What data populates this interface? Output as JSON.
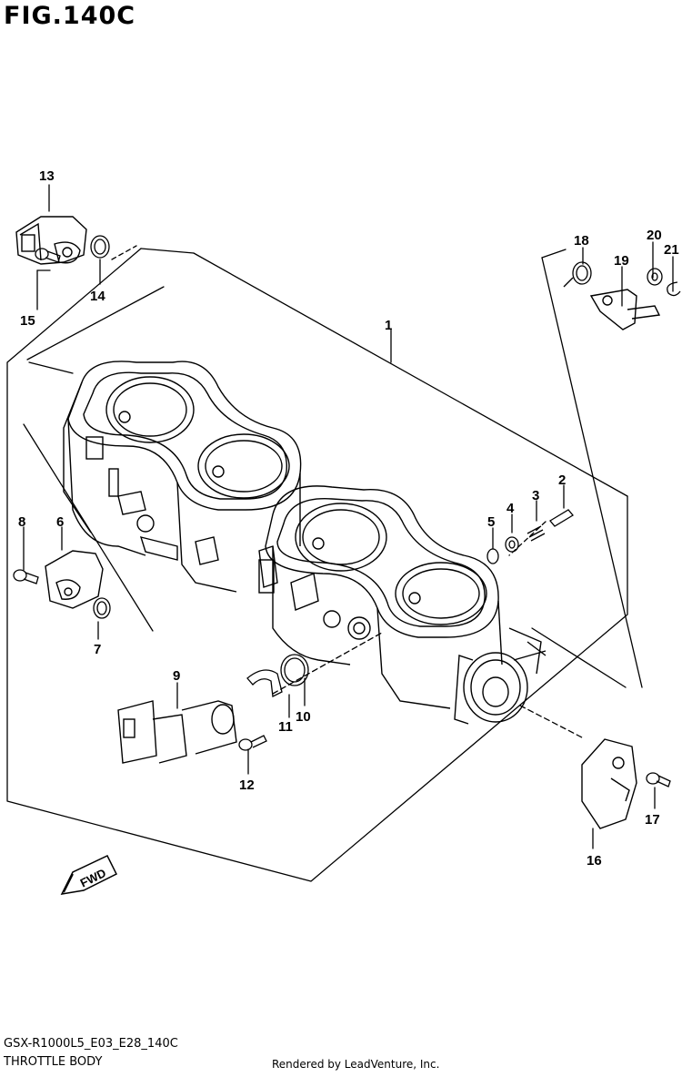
{
  "figure_title": "FIG.140C",
  "diagram_code": "GSX-R1000L5_E03_E28_140C",
  "page_title": "THROTTLE BODY",
  "rendered_by": "Rendered by LeadVenture, Inc.",
  "fwd_label": "FWD",
  "callouts": {
    "c1": "1",
    "c2": "2",
    "c3": "3",
    "c4": "4",
    "c5": "5",
    "c6": "6",
    "c7": "7",
    "c8": "8",
    "c9": "9",
    "c10": "10",
    "c11": "11",
    "c12": "12",
    "c13": "13",
    "c14": "14",
    "c15": "15",
    "c16": "16",
    "c17": "17",
    "c18": "18",
    "c19": "19",
    "c20": "20",
    "c21": "21"
  }
}
